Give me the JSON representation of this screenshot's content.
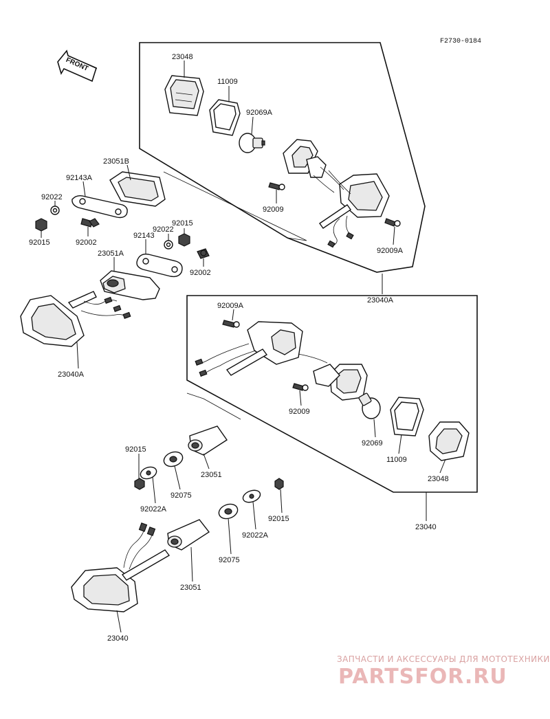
{
  "diagram_code": "F2730-0184",
  "front_label": "FRONT",
  "labels": {
    "p23048_top": "23048",
    "p11009_top": "11009",
    "p92069A": "92069A",
    "p23051B": "23051B",
    "p92143A": "92143A",
    "p92022_left": "92022",
    "p92015_left": "92015",
    "p92002_left": "92002",
    "p92015_mid": "92015",
    "p92022_mid": "92022",
    "p92143_mid": "92143",
    "p23051A": "23051A",
    "p92002_mid": "92002",
    "p92009_top": "92009",
    "p92009A_top": "92009A",
    "p23040A_right": "23040A",
    "p23040A_left": "23040A",
    "p92009A_mid": "92009A",
    "p92009_mid": "92009",
    "p92069": "92069",
    "p11009_mid": "11009",
    "p23048_mid": "23048",
    "p23040_right": "23040",
    "p92015_lower_left": "92015",
    "p92022A_lower_left": "92022A",
    "p92075_upper": "92075",
    "p23051_upper": "23051",
    "p92015_lower_right": "92015",
    "p92022A_lower_right": "92022A",
    "p92075_lower": "92075",
    "p23051_lower": "23051",
    "p23040_bottom": "23040"
  },
  "watermark": {
    "tagline": "ЗАПЧАСТИ И АКСЕССУАРЫ ДЛЯ МОТОТЕХНИКИ",
    "brand": "PARTSFOR.RU"
  }
}
